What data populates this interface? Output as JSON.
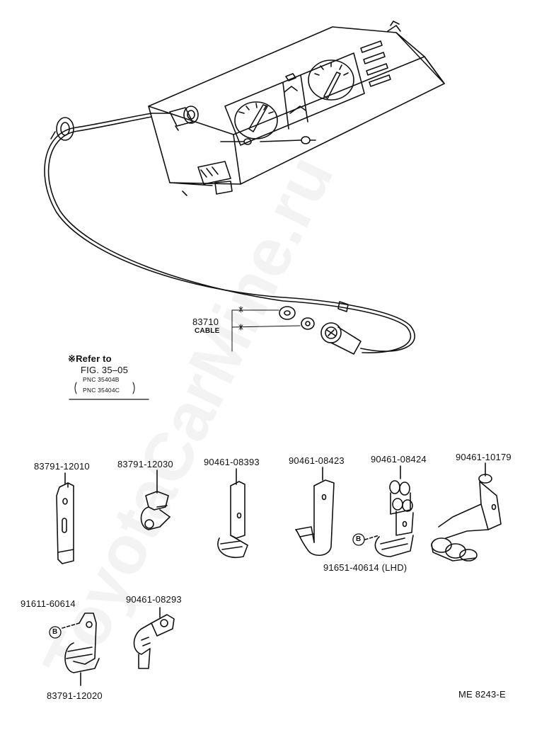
{
  "watermark": "ToyotaCarMine.ru",
  "cable": {
    "part_no": "83710",
    "name": "CABLE"
  },
  "reference": {
    "refer_label": "※Refer to",
    "figure": "FIG. 35–05",
    "pnc_1": "PNC 35404B",
    "pnc_2": "PNC 35404C"
  },
  "parts": {
    "p1": "83791-12010",
    "p2": "83791-12030",
    "p3": "90461-08393",
    "p4": "90461-08423",
    "p5": "90461-08424",
    "p6": "90461-10179",
    "p7": "91651-40614 (LHD)",
    "p8": "91611-60614",
    "p9": "90461-08293",
    "p10": "83791-12020"
  },
  "bolt_marker": "B",
  "diagram_code": "ME 8243-E"
}
